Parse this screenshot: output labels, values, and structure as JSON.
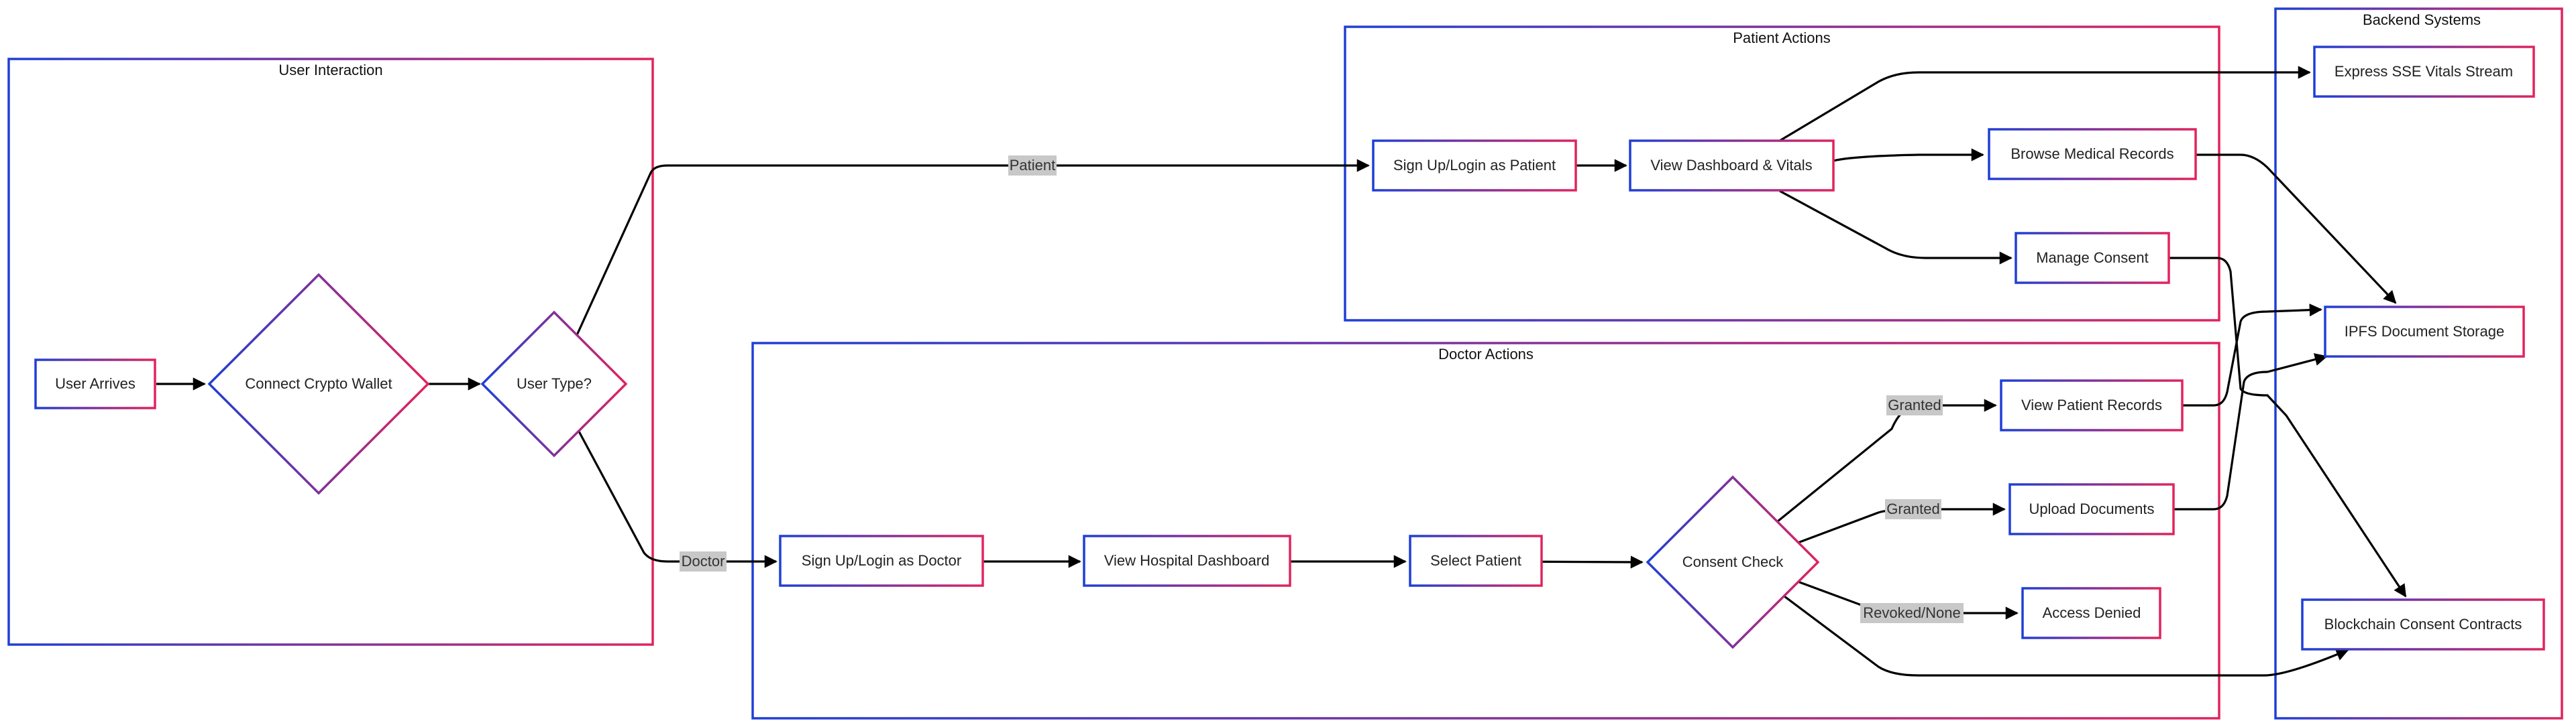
{
  "colors": {
    "gradient_start": "#1f3fd6",
    "gradient_end": "#e0245e",
    "edge": "#000000",
    "edge_label_bg": "#c8c8c8"
  },
  "clusters": {
    "user_interaction": "User Interaction",
    "patient_actions": "Patient Actions",
    "doctor_actions": "Doctor Actions",
    "backend_systems": "Backend Systems"
  },
  "nodes": {
    "user_arrives": "User Arrives",
    "connect_wallet": "Connect Crypto Wallet",
    "user_type": "User Type?",
    "patient_signup": "Sign Up/Login as Patient",
    "view_dashboard": "View Dashboard & Vitals",
    "browse_records": "Browse Medical Records",
    "manage_consent": "Manage Consent",
    "doctor_signup": "Sign Up/Login as Doctor",
    "hospital_dashboard": "View Hospital Dashboard",
    "select_patient": "Select Patient",
    "consent_check": "Consent Check",
    "view_patient_records": "View Patient Records",
    "upload_documents": "Upload Documents",
    "access_denied": "Access Denied",
    "sse_stream": "Express SSE Vitals Stream",
    "ipfs_storage": "IPFS Document Storage",
    "blockchain_contracts": "Blockchain Consent Contracts"
  },
  "edge_labels": {
    "patient": "Patient",
    "doctor": "Doctor",
    "granted_view": "Granted",
    "granted_upload": "Granted",
    "revoked": "Revoked/None"
  }
}
